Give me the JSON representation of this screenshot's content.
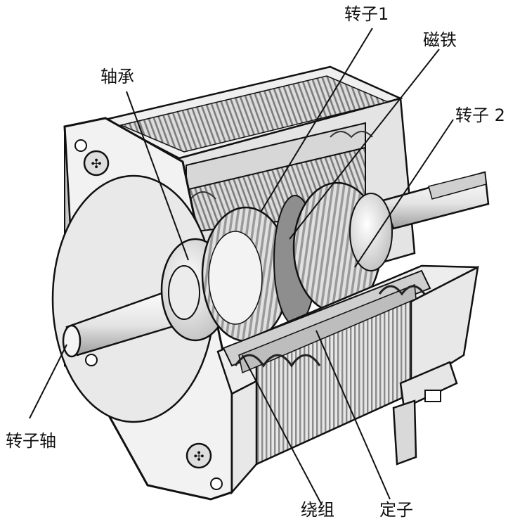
{
  "labels": {
    "rotor1": "转子1",
    "magnet": "磁铁",
    "rotor2": "转子 2",
    "bearing": "轴承",
    "rotor_shaft": "转子轴",
    "winding": "绕组",
    "stator": "定子"
  },
  "colors": {
    "line": "#111111",
    "face": "#f2f2f2",
    "shade": "#d2d2d2",
    "dark": "#7a7a7a",
    "lamination": "#8c8c8c"
  }
}
